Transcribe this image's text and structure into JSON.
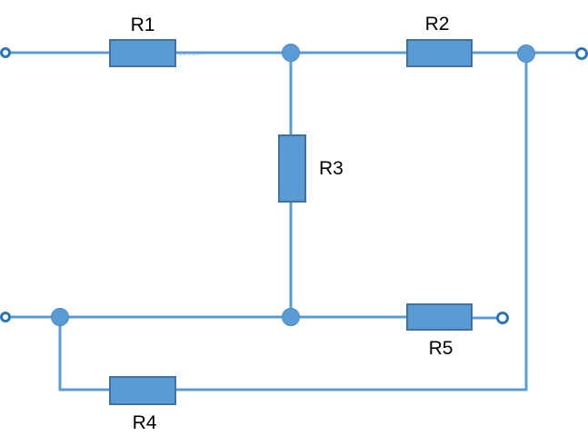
{
  "colors": {
    "component_fill": "#5b9bd5",
    "component_border": "#41719c",
    "wire": "#5b9bd5",
    "terminal_ring": "#2e75b6",
    "junction_dot": "#5b9bd5",
    "label_text": "#000000"
  },
  "diagram": {
    "kind": "resistor-network-schematic",
    "labels": {
      "r1": "R1",
      "r2": "R2",
      "r3": "R3",
      "r4": "R4",
      "r5": "R5"
    },
    "components": [
      {
        "id": "R1",
        "type": "resistor",
        "orientation": "horizontal",
        "position": "top-left"
      },
      {
        "id": "R2",
        "type": "resistor",
        "orientation": "horizontal",
        "position": "top-right"
      },
      {
        "id": "R3",
        "type": "resistor",
        "orientation": "vertical",
        "position": "center"
      },
      {
        "id": "R4",
        "type": "resistor",
        "orientation": "horizontal",
        "position": "bottom-loop"
      },
      {
        "id": "R5",
        "type": "resistor",
        "orientation": "horizontal",
        "position": "bottom-right"
      },
      {
        "id": "T1",
        "type": "terminal",
        "style": "open-circle",
        "position": "top-left-edge"
      },
      {
        "id": "T2",
        "type": "terminal",
        "style": "open-circle",
        "position": "top-right-edge"
      },
      {
        "id": "T3",
        "type": "terminal",
        "style": "open-circle",
        "position": "bottom-left-edge"
      },
      {
        "id": "T4",
        "type": "terminal",
        "style": "open-circle",
        "position": "right-of-R5"
      },
      {
        "id": "J1",
        "type": "junction",
        "style": "filled-dot",
        "position": "top-center"
      },
      {
        "id": "J2",
        "type": "junction",
        "style": "filled-dot",
        "position": "top-right"
      },
      {
        "id": "J3",
        "type": "junction",
        "style": "filled-dot",
        "position": "bottom-left"
      },
      {
        "id": "J4",
        "type": "junction",
        "style": "filled-dot",
        "position": "bottom-center"
      }
    ]
  }
}
